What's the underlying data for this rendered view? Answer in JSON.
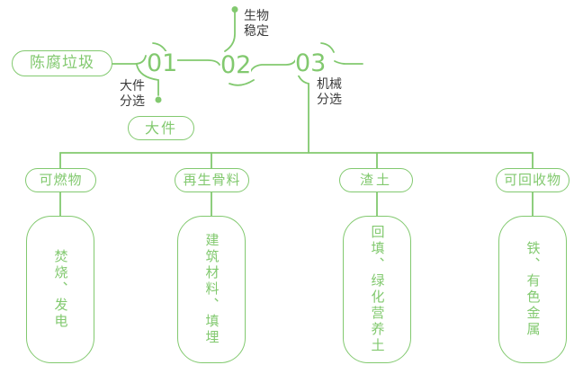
{
  "palette": {
    "green": "#82c96f",
    "text_dark": "#3b3b3b",
    "background": "#ffffff"
  },
  "flow": {
    "source_label": "陈腐垃圾",
    "steps": [
      {
        "number": "01",
        "process_label": "大件\n分选",
        "branch_label": "大件"
      },
      {
        "number": "02",
        "process_label": "生物\n稳定"
      },
      {
        "number": "03",
        "process_label": "机械\n分选"
      }
    ],
    "outputs": [
      {
        "category": "可燃物",
        "detail": "焚烧、发电"
      },
      {
        "category": "再生骨料",
        "detail": "建筑材料、填埋"
      },
      {
        "category": "渣土",
        "detail": "回填、绿化营养土"
      },
      {
        "category": "可回收物",
        "detail": "铁、有色金属"
      }
    ]
  }
}
